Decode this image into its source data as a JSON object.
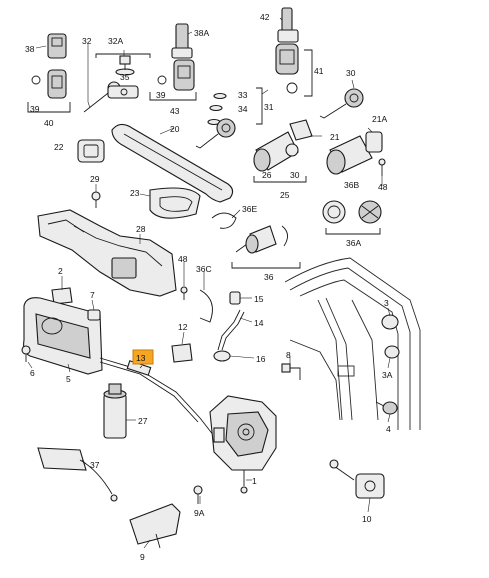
{
  "callouts": {
    "c1": "1",
    "c2": "2",
    "c3": "3",
    "c3A": "3A",
    "c4": "4",
    "c5": "5",
    "c6": "6",
    "c7": "7",
    "c8": "8",
    "c9": "9",
    "c9A": "9A",
    "c10": "10",
    "c12": "12",
    "c13": "13",
    "c14": "14",
    "c15": "15",
    "c16": "16",
    "c20": "20",
    "c21": "21",
    "c21A": "21A",
    "c22": "22",
    "c23": "23",
    "c25": "25",
    "c26": "26",
    "c27": "27",
    "c28": "28",
    "c29": "29",
    "c30a": "30",
    "c30b": "30",
    "c31": "31",
    "c32": "32",
    "c32A": "32A",
    "c33": "33",
    "c34": "34",
    "c35": "35",
    "c36": "36",
    "c36A": "36A",
    "c36B": "36B",
    "c36C": "36C",
    "c36E": "36E",
    "c37": "37",
    "c38": "38",
    "c38A": "38A",
    "c39a": "39",
    "c39b": "39",
    "c40": "40",
    "c41": "41",
    "c42": "42",
    "c43": "43",
    "c48a": "48",
    "c48b": "48"
  },
  "highlight_color": "#f5a623"
}
